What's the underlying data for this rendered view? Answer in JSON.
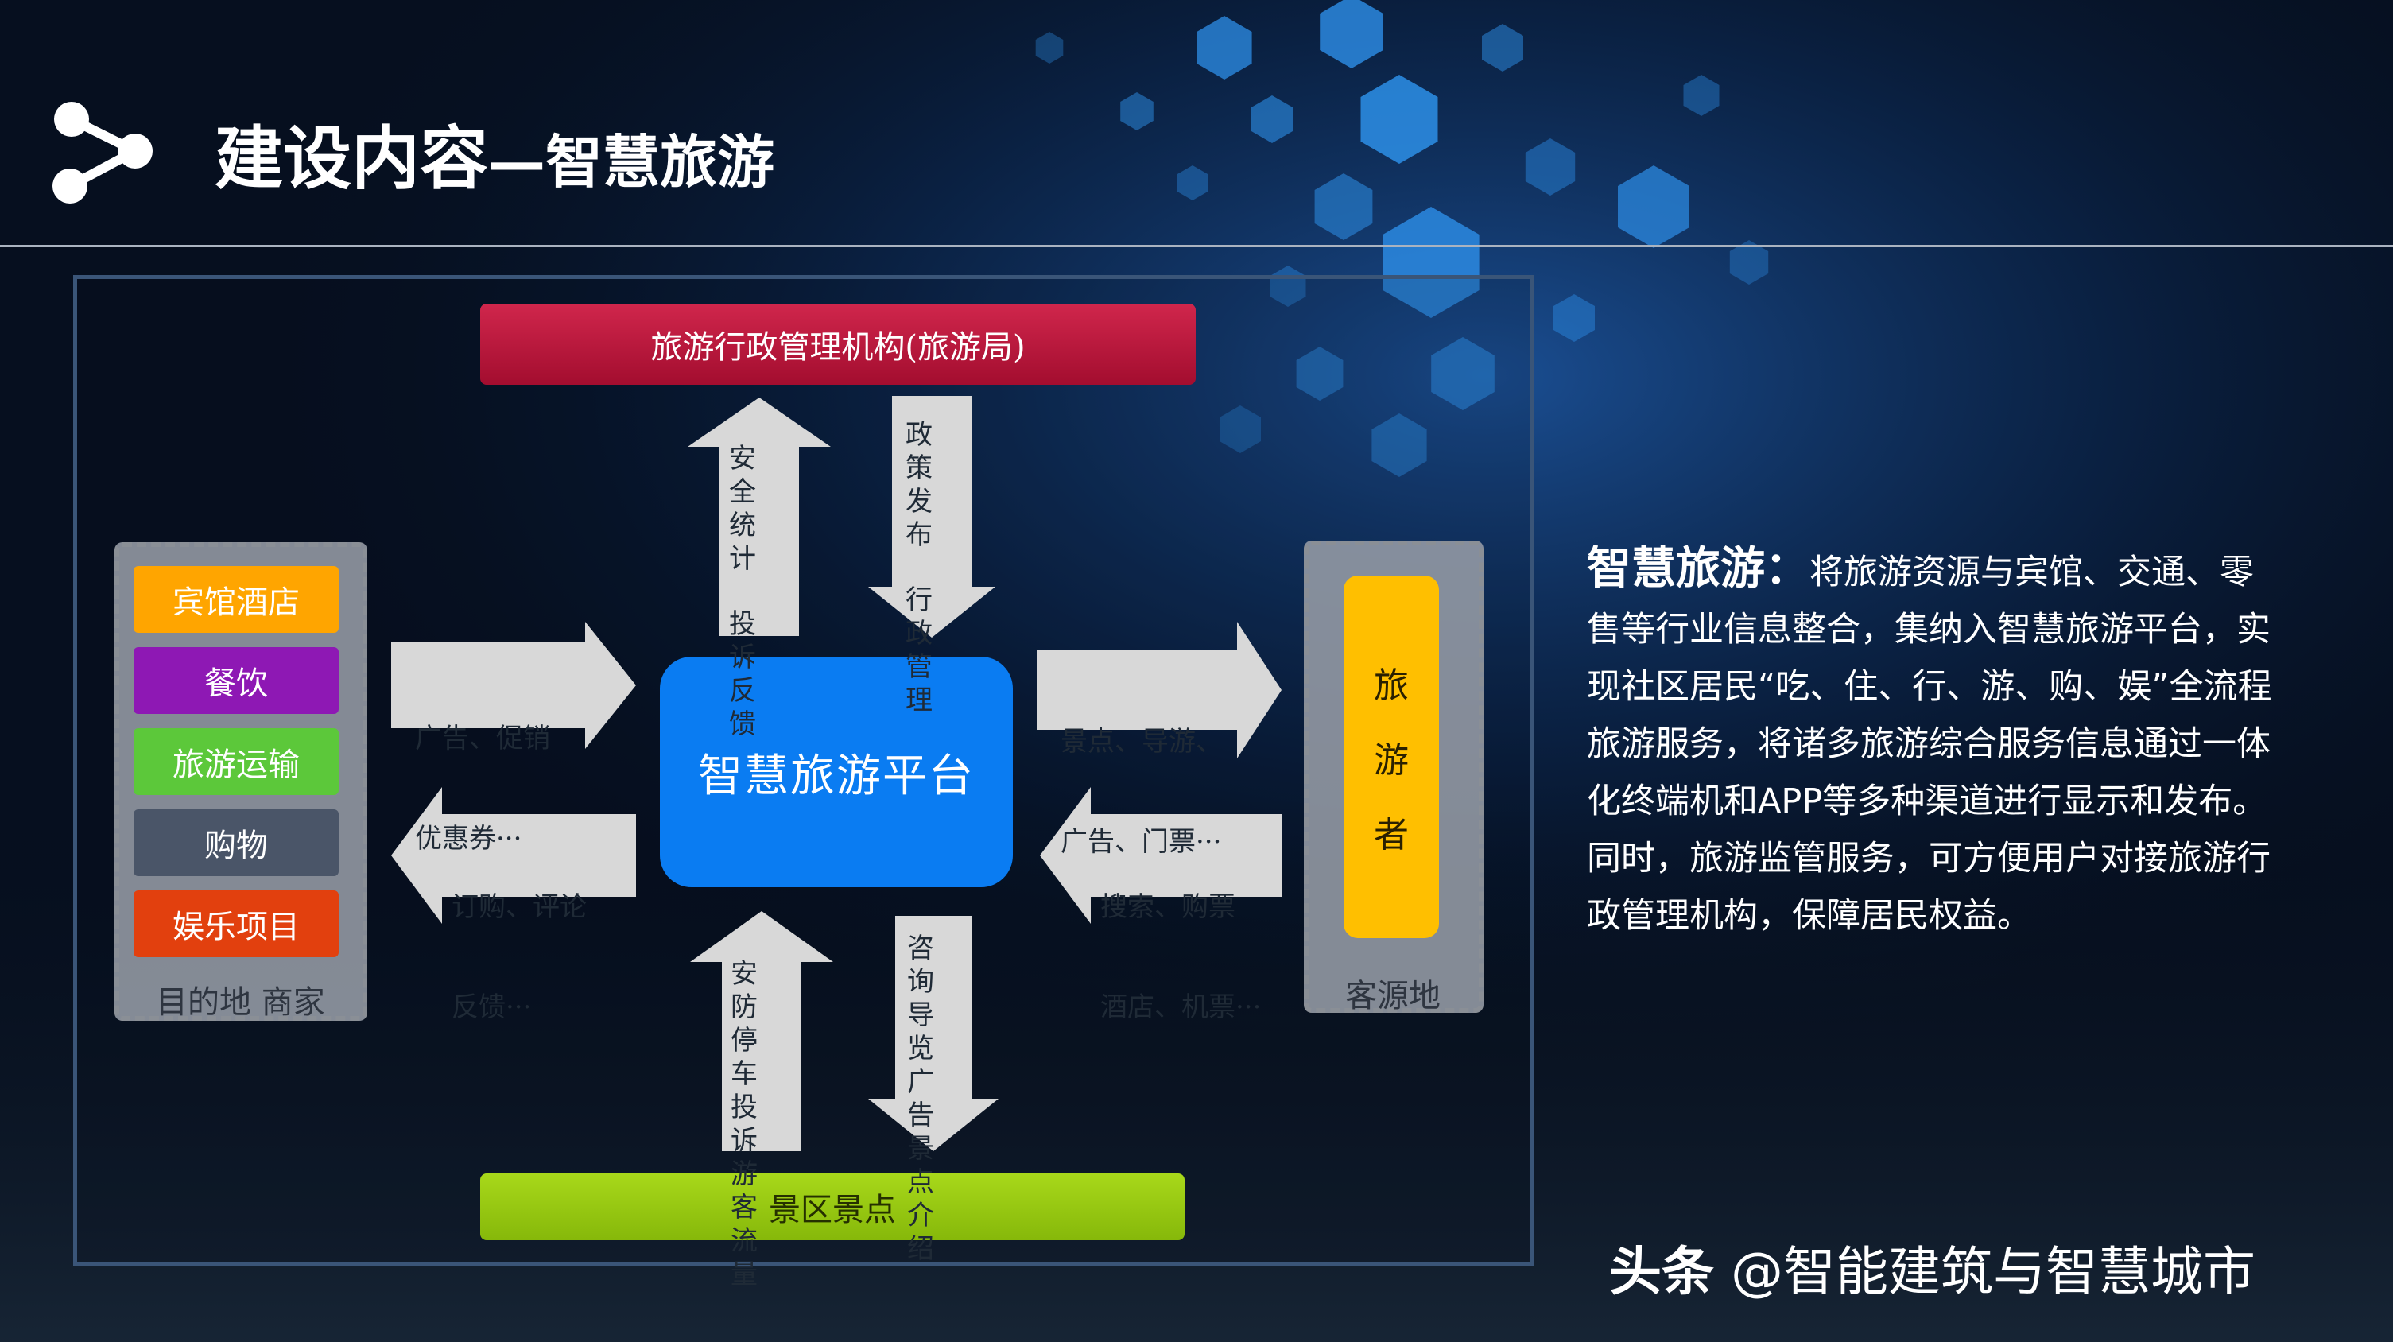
{
  "header": {
    "title_main": "建设内容",
    "title_sub": "—智慧旅游",
    "logo_icon": "share-nodes-icon"
  },
  "diagram": {
    "top_box": "旅游行政管理机构(旅游局)",
    "bottom_box": "景区景点",
    "center_box": "智慧旅游平台",
    "left_group": {
      "label": "目的地 商家",
      "items": [
        {
          "label": "宾馆酒店",
          "color": "#ffa500"
        },
        {
          "label": "餐饮",
          "color": "#8e18b4"
        },
        {
          "label": "旅游运输",
          "color": "#5cc83a"
        },
        {
          "label": "购物",
          "color": "#4a5568"
        },
        {
          "label": "娱乐项目",
          "color": "#e2400e"
        }
      ]
    },
    "right_group": {
      "label": "客源地",
      "tourist": [
        "旅",
        "游",
        "者"
      ]
    },
    "arrow_labels": {
      "up_top": [
        "安全",
        "统计",
        "",
        "投诉",
        "反馈"
      ],
      "down_top": [
        "政策",
        "发布",
        "",
        "行政",
        "管理"
      ],
      "right_left": [
        "广告、促销",
        "优惠券···"
      ],
      "left_left": [
        "订购、评论",
        "反馈···"
      ],
      "right_right": [
        "景点、导游、",
        "广告、门票···"
      ],
      "left_right": [
        "搜索、购票",
        "酒店、机票···"
      ],
      "up_bottom": [
        "安防",
        "停车",
        "投诉",
        "游客",
        "流量"
      ],
      "down_bottom": [
        "咨询",
        "导览",
        "广告",
        "景点",
        "介绍"
      ]
    }
  },
  "description": {
    "term": "智慧旅游：",
    "text": "将旅游资源与宾馆、交通、零售等行业信息整合，集纳入智慧旅游平台，实现社区居民“吃、住、行、游、购、娱”全流程旅游服务，将诸多旅游综合服务信息通过一体化终端机和APP等多种渠道进行显示和发布。同时，旅游监管服务，可方便用户对接旅游行政管理机构，保障居民权益。"
  },
  "watermark": {
    "brand": "头条",
    "account": " @智能建筑与智慧城市"
  },
  "colors": {
    "top_box": "#c8183e",
    "bottom_box": "#9acd12",
    "center_box": "#0a7cf2",
    "tourist_box": "#ffbf00",
    "arrow": "#d8d8d8"
  }
}
